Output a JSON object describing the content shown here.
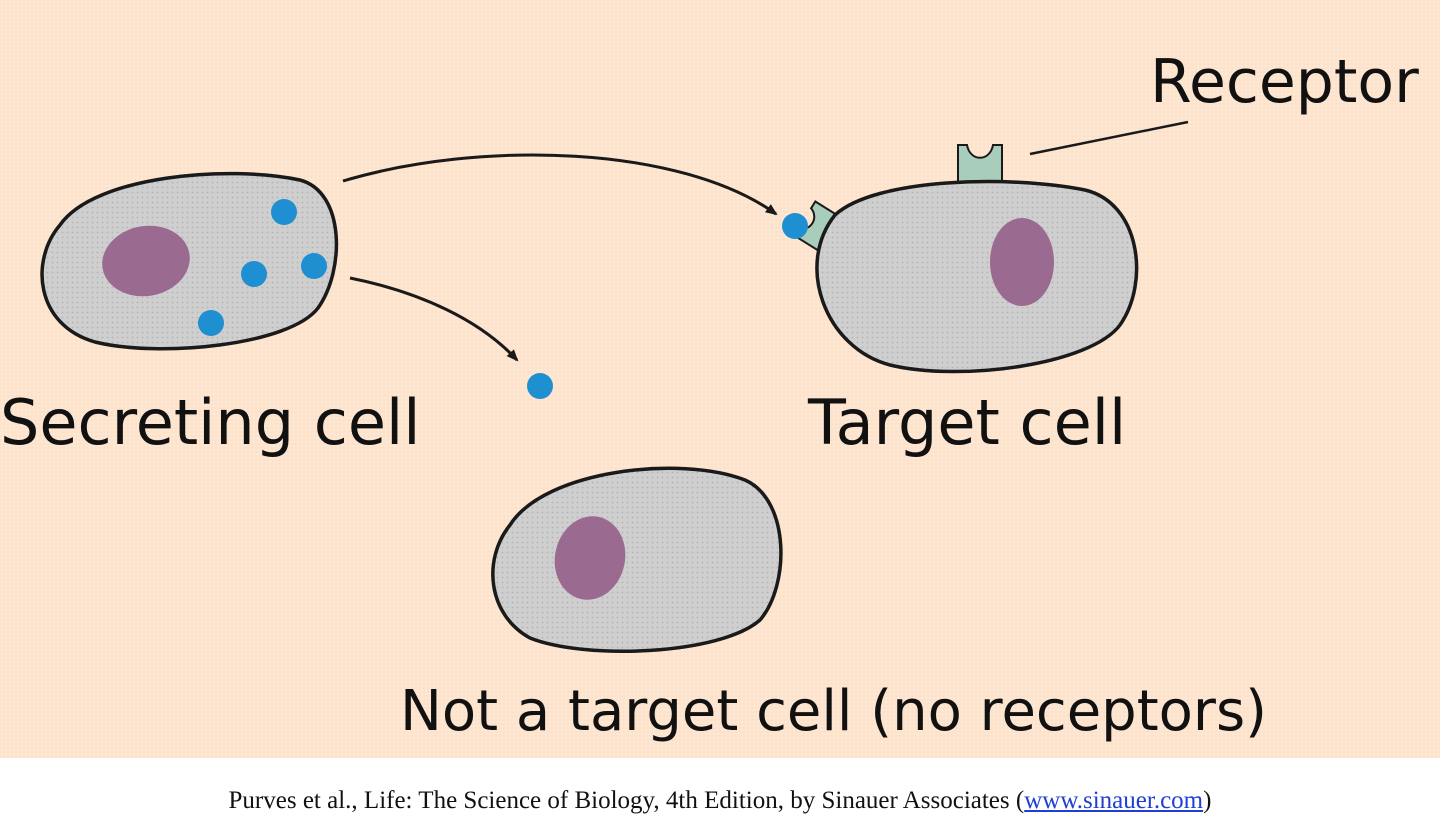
{
  "labels": {
    "receptor": "Receptor",
    "secreting_cell": "Secreting cell",
    "target_cell": "Target cell",
    "non_target_cell": "Not a target cell (no receptors)"
  },
  "caption": {
    "text_before": "Purves et al., Life: The Science of Biology, 4th Edition, by Sinauer Associates (",
    "link_text": "www.sinauer.com",
    "text_after": ")"
  },
  "colors": {
    "background": "#fde2cc",
    "cell_fill": "#cfcfcf",
    "nucleus": "#9b6a90",
    "hormone": "#1e8fd0",
    "receptor": "#a9cdbb",
    "outline": "#1a1a1a",
    "link": "#1f3fd4"
  }
}
